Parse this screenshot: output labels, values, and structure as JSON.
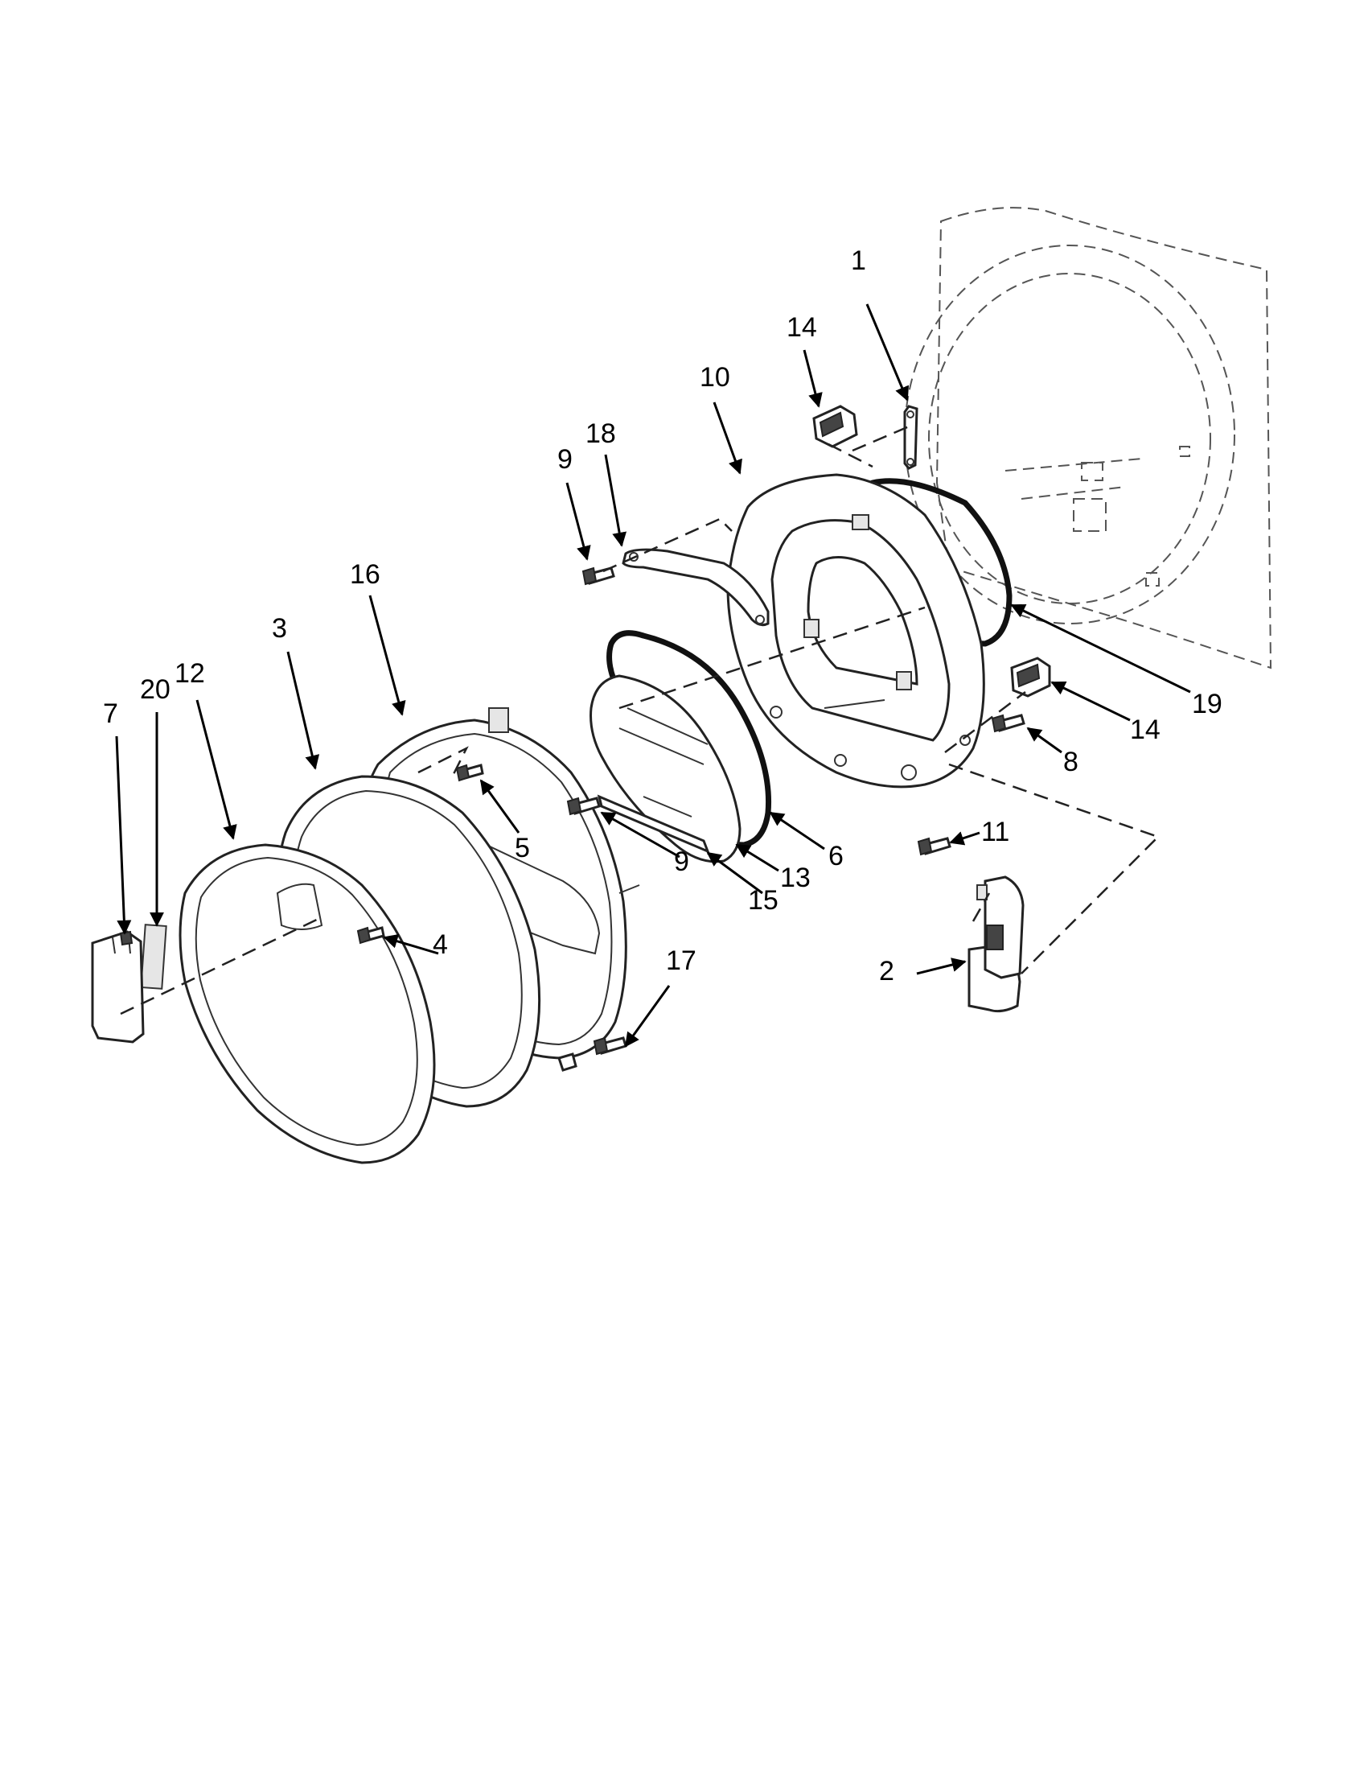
{
  "callouts": {
    "c1": "1",
    "c2": "2",
    "c3": "3",
    "c4": "4",
    "c5": "5",
    "c6": "6",
    "c7": "7",
    "c8": "8",
    "c9a": "9",
    "c9b": "9",
    "c10": "10",
    "c11": "11",
    "c12": "12",
    "c13": "13",
    "c14a": "14",
    "c14b": "14",
    "c15": "15",
    "c16": "16",
    "c17": "17",
    "c18": "18",
    "c19": "19",
    "c20": "20"
  }
}
